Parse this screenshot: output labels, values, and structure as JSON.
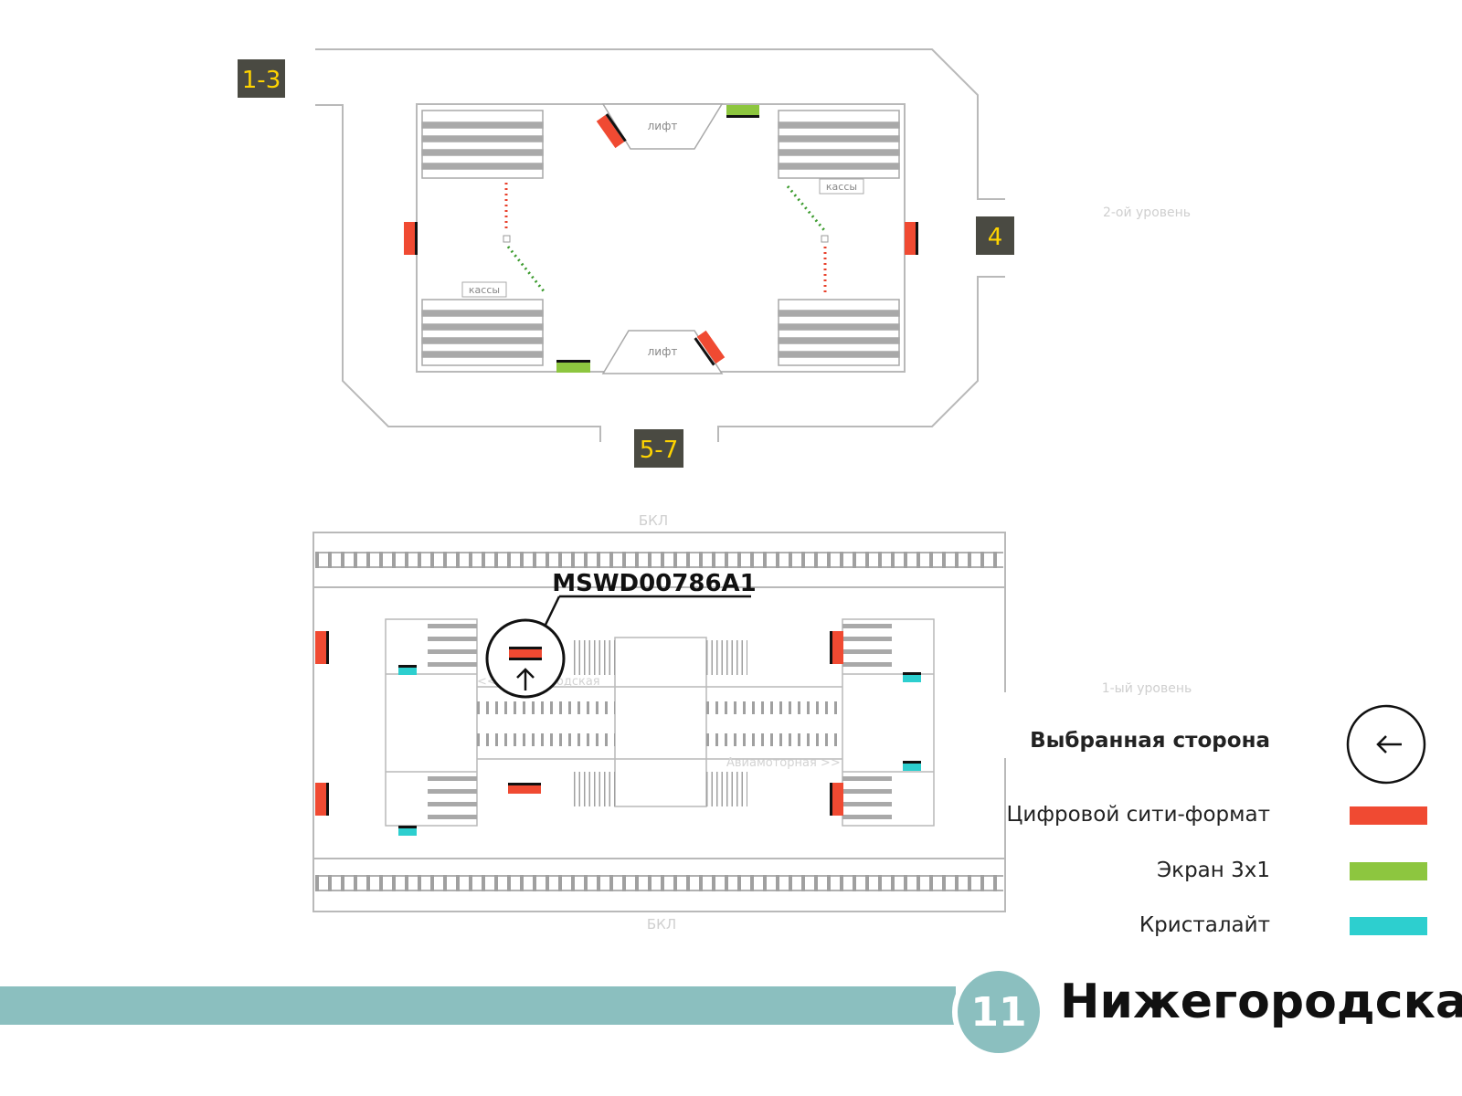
{
  "station": {
    "line_number": "11",
    "name": "Нижегородская",
    "line_color": "#8bbfbf"
  },
  "upper_level": {
    "label": "2-ой уровень",
    "exits": [
      "1-3",
      "4",
      "5-7"
    ],
    "lift_label": "лифт",
    "cashier_label": "кассы"
  },
  "lower_level": {
    "label": "1-ый уровень",
    "track_label": "БКЛ",
    "direction_left": "<< Нижегородская",
    "direction_right": "Авиамоторная >>",
    "selected_code": "MSWD00786A1"
  },
  "legend": {
    "selected_side": "Выбранная сторона",
    "items": [
      {
        "label": "Цифровой сити-формат",
        "color": "#f04a32"
      },
      {
        "label": "Экран 3х1",
        "color": "#8dc63f"
      },
      {
        "label": "Кристалайт",
        "color": "#2dcfcf"
      }
    ]
  },
  "colors": {
    "exit_badge_bg": "#4a4a42",
    "exit_badge_text": "#ffd400",
    "wall": "#b9b9b9"
  }
}
